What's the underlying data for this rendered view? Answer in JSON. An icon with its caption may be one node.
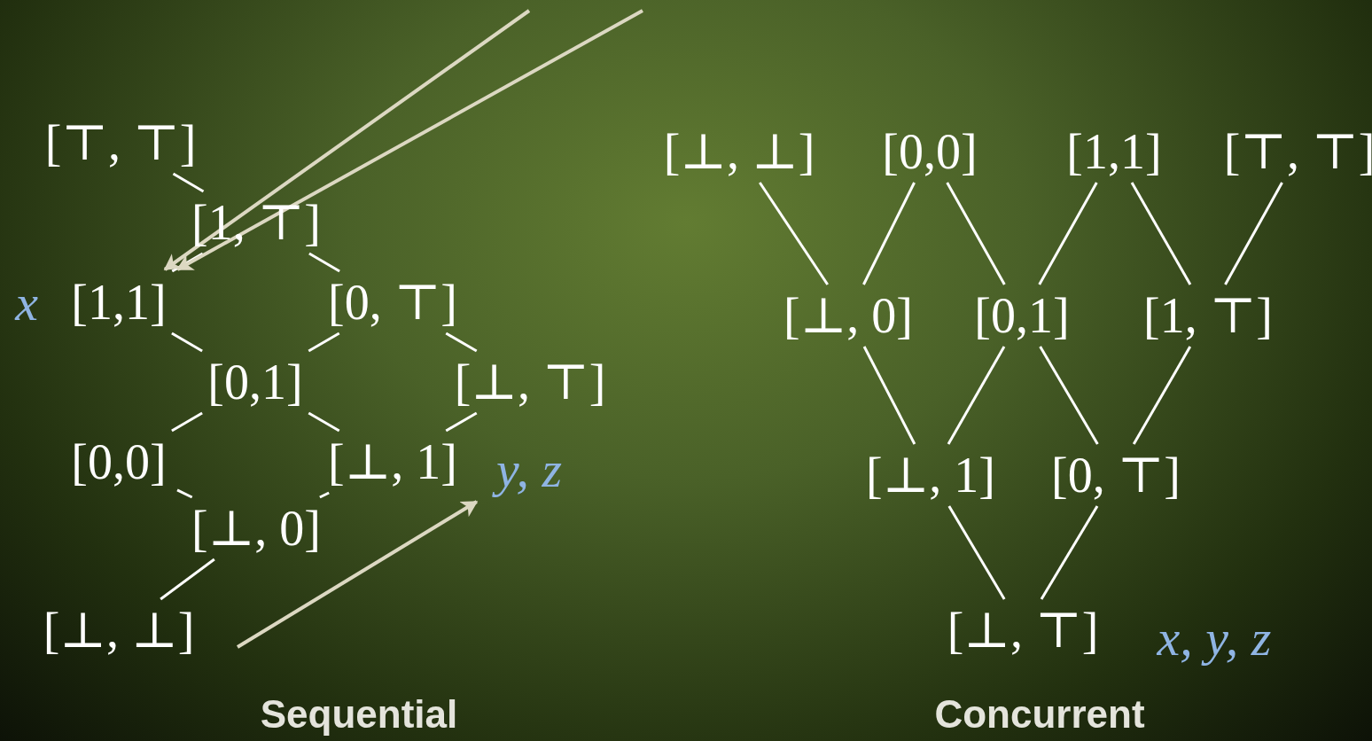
{
  "diagram": {
    "nodes": [
      {
        "text": [
          "[⊤, ⊤]"
        ]
      },
      {
        "text": [
          "[1, ⊤]"
        ]
      },
      {
        "text": [
          "[1,1]"
        ]
      },
      {
        "text": [
          "[0, ⊤]"
        ]
      },
      {
        "text": [
          "[0,1]"
        ]
      },
      {
        "text": [
          "[⊥, ⊤]"
        ]
      },
      {
        "text": [
          "[0,0]"
        ]
      },
      {
        "text": [
          "[⊥, 1]"
        ]
      },
      {
        "text": [
          "[⊥, 0]"
        ]
      },
      {
        "text": [
          "[⊥, ⊥]"
        ]
      },
      {
        "text": [
          "x"
        ]
      },
      {
        "text": [
          "y, z"
        ]
      },
      {
        "text": [
          "[⊥, ⊥]"
        ]
      },
      {
        "text": [
          "[0,0]"
        ]
      },
      {
        "text": [
          "[1,1]"
        ]
      },
      {
        "text": [
          "[⊤, ⊤]"
        ]
      },
      {
        "text": [
          "[⊥, 0]"
        ]
      },
      {
        "text": [
          "[0,1]"
        ]
      },
      {
        "text": [
          "[1, ⊤]"
        ]
      },
      {
        "text": [
          "[⊥, 1]"
        ]
      },
      {
        "text": [
          "[0, ⊤]"
        ]
      },
      {
        "text": [
          "[⊥, ⊤]"
        ]
      },
      {
        "text": [
          "x, y, z"
        ]
      }
    ],
    "edges": [
      {
        "from": 0,
        "to": 1,
        "arrow": "none"
      },
      {
        "from": 1,
        "to": 2,
        "arrow": "none"
      },
      {
        "from": 1,
        "to": 3,
        "arrow": "none"
      },
      {
        "from": 2,
        "to": 4,
        "arrow": "none"
      },
      {
        "from": 3,
        "to": 4,
        "arrow": "none"
      },
      {
        "from": 3,
        "to": 5,
        "arrow": "none"
      },
      {
        "from": 4,
        "to": 6,
        "arrow": "none"
      },
      {
        "from": 4,
        "to": 7,
        "arrow": "none"
      },
      {
        "from": 5,
        "to": 7,
        "arrow": "none"
      },
      {
        "from": 6,
        "to": 8,
        "arrow": "none"
      },
      {
        "from": 7,
        "to": 8,
        "arrow": "none"
      },
      {
        "from": 8,
        "to": 9,
        "arrow": "none"
      },
      {
        "from": 12,
        "to": 16,
        "arrow": "none"
      },
      {
        "from": 13,
        "to": 16,
        "arrow": "none"
      },
      {
        "from": 13,
        "to": 17,
        "arrow": "none"
      },
      {
        "from": 14,
        "to": 17,
        "arrow": "none"
      },
      {
        "from": 14,
        "to": 18,
        "arrow": "none"
      },
      {
        "from": 15,
        "to": 18,
        "arrow": "none"
      },
      {
        "from": 16,
        "to": 19,
        "arrow": "none"
      },
      {
        "from": 17,
        "to": 19,
        "arrow": "none"
      },
      {
        "from": 17,
        "to": 20,
        "arrow": "none"
      },
      {
        "from": 18,
        "to": 20,
        "arrow": "none"
      },
      {
        "from": 19,
        "to": 21,
        "arrow": "none"
      },
      {
        "from": 20,
        "to": 21,
        "arrow": "none"
      },
      {
        "from": null,
        "to": 2,
        "arrow": "to",
        "color": "#dcd8c2"
      },
      {
        "from": null,
        "to": 2,
        "arrow": "to",
        "color": "#dcd8c2"
      },
      {
        "from": null,
        "to": 11,
        "arrow": "to",
        "color": "#dcd8c2"
      }
    ],
    "labels": [
      "Sequential",
      "Concurrent"
    ]
  }
}
